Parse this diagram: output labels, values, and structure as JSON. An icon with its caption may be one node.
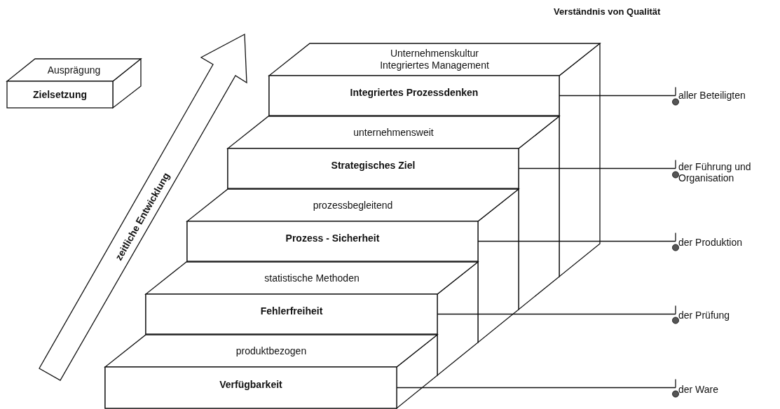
{
  "diagram": {
    "title": "Verständnis von Qualität",
    "nodes": [
      {
        "text": [
          "Ausprägung"
        ]
      },
      {
        "text": [
          "Zielsetzung"
        ]
      },
      {
        "text": [
          "Unternehmenskultur",
          "Integriertes Management"
        ]
      },
      {
        "text": [
          "Integriertes Prozessdenken"
        ]
      },
      {
        "text": [
          "unternehmensweit"
        ]
      },
      {
        "text": [
          "Strategisches Ziel"
        ]
      },
      {
        "text": [
          "prozessbegleitend"
        ]
      },
      {
        "text": [
          "Prozess - Sicherheit"
        ]
      },
      {
        "text": [
          "statistische Methoden"
        ]
      },
      {
        "text": [
          "Fehlerfreiheit"
        ]
      },
      {
        "text": [
          "produktbezogen"
        ]
      },
      {
        "text": [
          "Verfügbarkeit"
        ]
      },
      {
        "text": [
          "aller Beteiligten"
        ]
      },
      {
        "text": [
          "der Führung und Organisation"
        ]
      },
      {
        "text": [
          "der Produktion"
        ]
      },
      {
        "text": [
          "der Prüfung"
        ]
      },
      {
        "text": [
          "der Ware"
        ]
      }
    ],
    "edges": [
      {
        "from": 3,
        "to": 12,
        "arrow": "other"
      },
      {
        "from": 5,
        "to": 13,
        "arrow": "other"
      },
      {
        "from": 7,
        "to": 14,
        "arrow": "other"
      },
      {
        "from": 9,
        "to": 15,
        "arrow": "other"
      },
      {
        "from": 11,
        "to": 16,
        "arrow": "other"
      }
    ],
    "labels": [
      "zeitliche Entwicklung"
    ]
  }
}
